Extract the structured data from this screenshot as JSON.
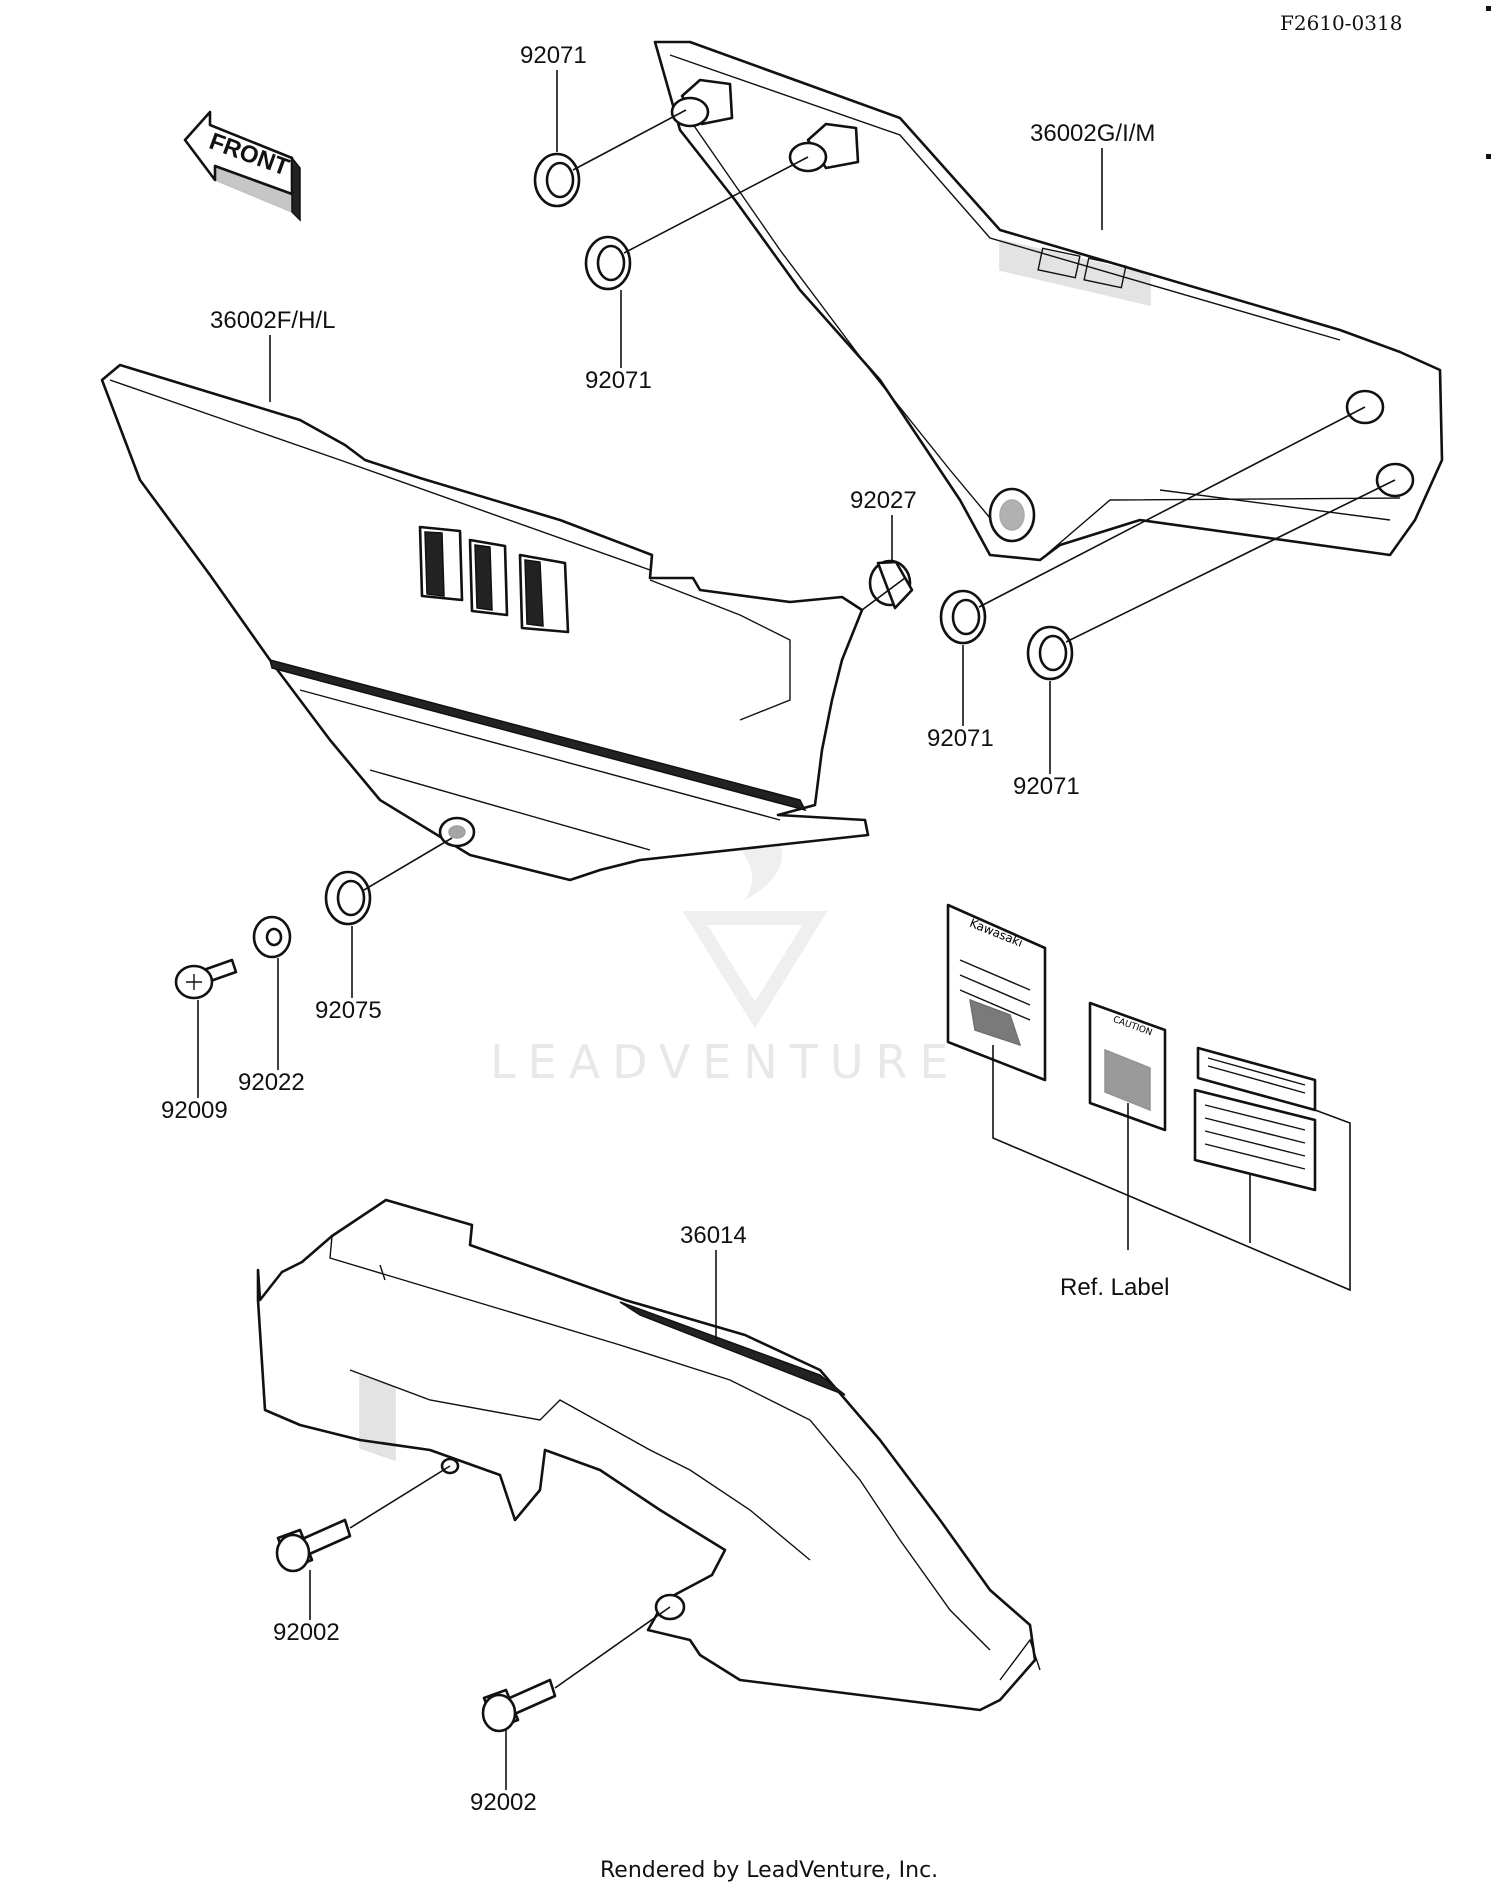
{
  "diagram": {
    "code": "F2610-0318",
    "front_arrow": "FRONT",
    "footer": "Rendered by LeadVenture, Inc.",
    "watermark": "LEADVENTURE",
    "labels": {
      "grommet_top_1": "92071",
      "grommet_top_2": "92071",
      "cover_right": "36002G/I/M",
      "cover_left": "36002F/H/L",
      "collar": "92027",
      "grommet_mid_1": "92071",
      "grommet_mid_2": "92071",
      "grommet_left": "92075",
      "washer": "92022",
      "screw": "92009",
      "chain_cover": "36014",
      "bolt_1": "92002",
      "bolt_2": "92002",
      "ref_label": "Ref. Label"
    },
    "decal_texts": {
      "kawasaki": "Kawasaki",
      "caution": "CAUTION"
    }
  }
}
